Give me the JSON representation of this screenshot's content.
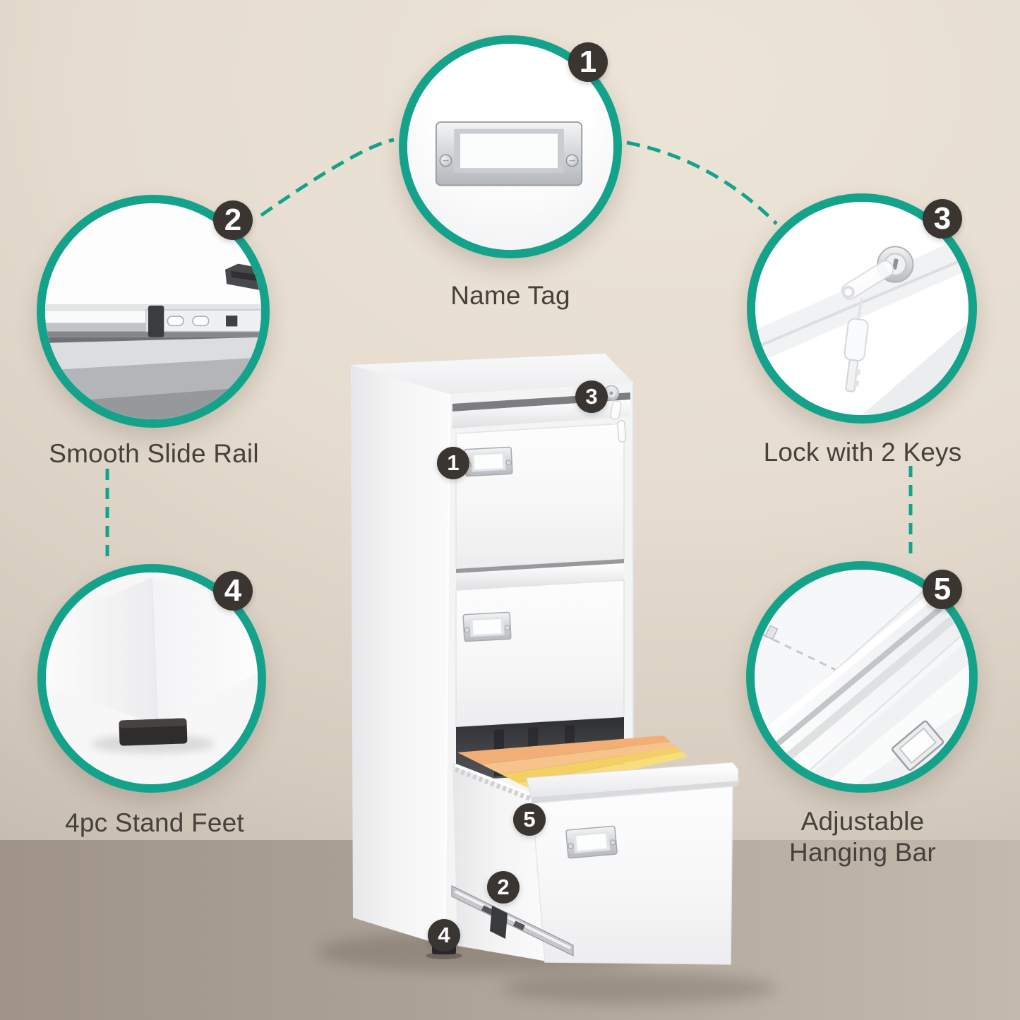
{
  "colors": {
    "accent_teal": "#15a28b",
    "badge_background": "#3a3531",
    "badge_number": "#ffffff",
    "label_text": "#46413b",
    "file_folder_orange": "#f1ae76",
    "file_folder_yellow": "#f8dd7e"
  },
  "callouts": [
    {
      "number": "1",
      "label": "Name Tag",
      "icon": "name-tag-photo"
    },
    {
      "number": "2",
      "label": "Smooth Slide Rail",
      "icon": "slide-rail-photo"
    },
    {
      "number": "3",
      "label": "Lock with 2 Keys",
      "icon": "lock-keys-photo"
    },
    {
      "number": "4",
      "label": "4pc Stand Feet",
      "icon": "stand-foot-photo"
    },
    {
      "number": "5",
      "label_line1": "Adjustable",
      "label_line2": "Hanging Bar",
      "icon": "hanging-bar-photo"
    }
  ],
  "cabinet_markers": [
    {
      "number": "1"
    },
    {
      "number": "2"
    },
    {
      "number": "3"
    },
    {
      "number": "4"
    },
    {
      "number": "5"
    }
  ]
}
